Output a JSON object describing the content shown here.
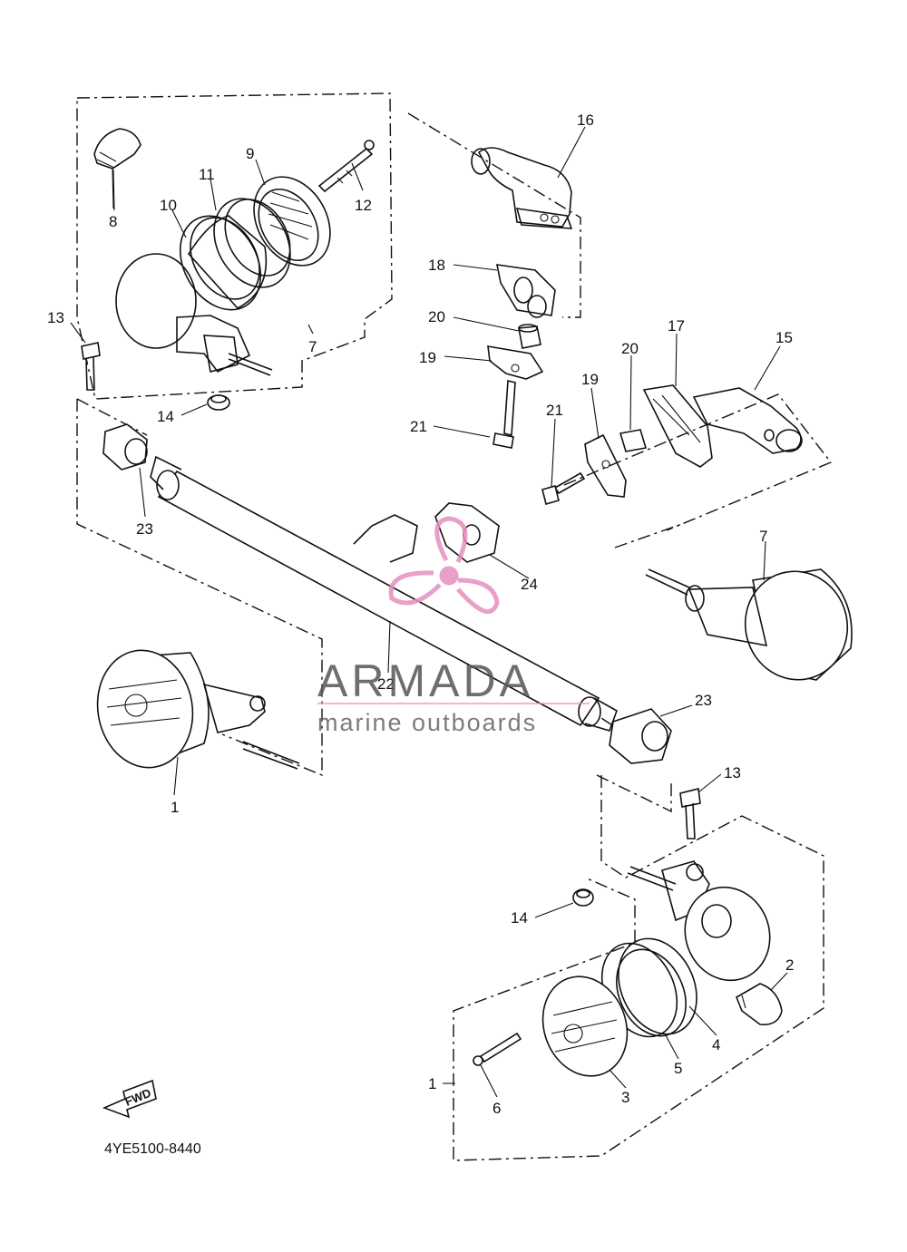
{
  "diagram": {
    "part_code": "4YE5100-8440",
    "direction_label": "FWD",
    "callouts": [
      {
        "id": "c1a",
        "text": "1"
      },
      {
        "id": "c1b",
        "text": "1"
      },
      {
        "id": "c2",
        "text": "2"
      },
      {
        "id": "c3",
        "text": "3"
      },
      {
        "id": "c4",
        "text": "4"
      },
      {
        "id": "c5",
        "text": "5"
      },
      {
        "id": "c6",
        "text": "6"
      },
      {
        "id": "c7a",
        "text": "7"
      },
      {
        "id": "c7b",
        "text": "7"
      },
      {
        "id": "c8",
        "text": "8"
      },
      {
        "id": "c9",
        "text": "9"
      },
      {
        "id": "c10",
        "text": "10"
      },
      {
        "id": "c11",
        "text": "11"
      },
      {
        "id": "c12",
        "text": "12"
      },
      {
        "id": "c13a",
        "text": "13"
      },
      {
        "id": "c13b",
        "text": "13"
      },
      {
        "id": "c14a",
        "text": "14"
      },
      {
        "id": "c14b",
        "text": "14"
      },
      {
        "id": "c15",
        "text": "15"
      },
      {
        "id": "c16",
        "text": "16"
      },
      {
        "id": "c17",
        "text": "17"
      },
      {
        "id": "c18",
        "text": "18"
      },
      {
        "id": "c19a",
        "text": "19"
      },
      {
        "id": "c19b",
        "text": "19"
      },
      {
        "id": "c20a",
        "text": "20"
      },
      {
        "id": "c20b",
        "text": "20"
      },
      {
        "id": "c21a",
        "text": "21"
      },
      {
        "id": "c21b",
        "text": "21"
      },
      {
        "id": "c22",
        "text": "22"
      },
      {
        "id": "c23a",
        "text": "23"
      },
      {
        "id": "c23b",
        "text": "23"
      },
      {
        "id": "c24",
        "text": "24"
      }
    ]
  },
  "watermark": {
    "title": "ARMADA",
    "subtitle": "marine outboards",
    "accent_color": "#e58fbf",
    "text_color": "#555555"
  }
}
